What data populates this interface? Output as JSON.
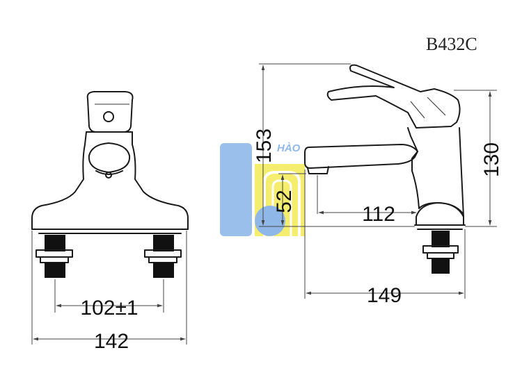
{
  "model_code": "B432C",
  "watermark": {
    "text": "HÀO",
    "colors": {
      "blue": "#8fb8e8",
      "yellow": "#f2ea55"
    }
  },
  "dimensions": {
    "front_spacing": "102±1",
    "front_width": "142",
    "side_height_total": "153",
    "side_height_body": "130",
    "spout_clearance": "52",
    "spout_reach": "112",
    "side_depth": "149"
  }
}
